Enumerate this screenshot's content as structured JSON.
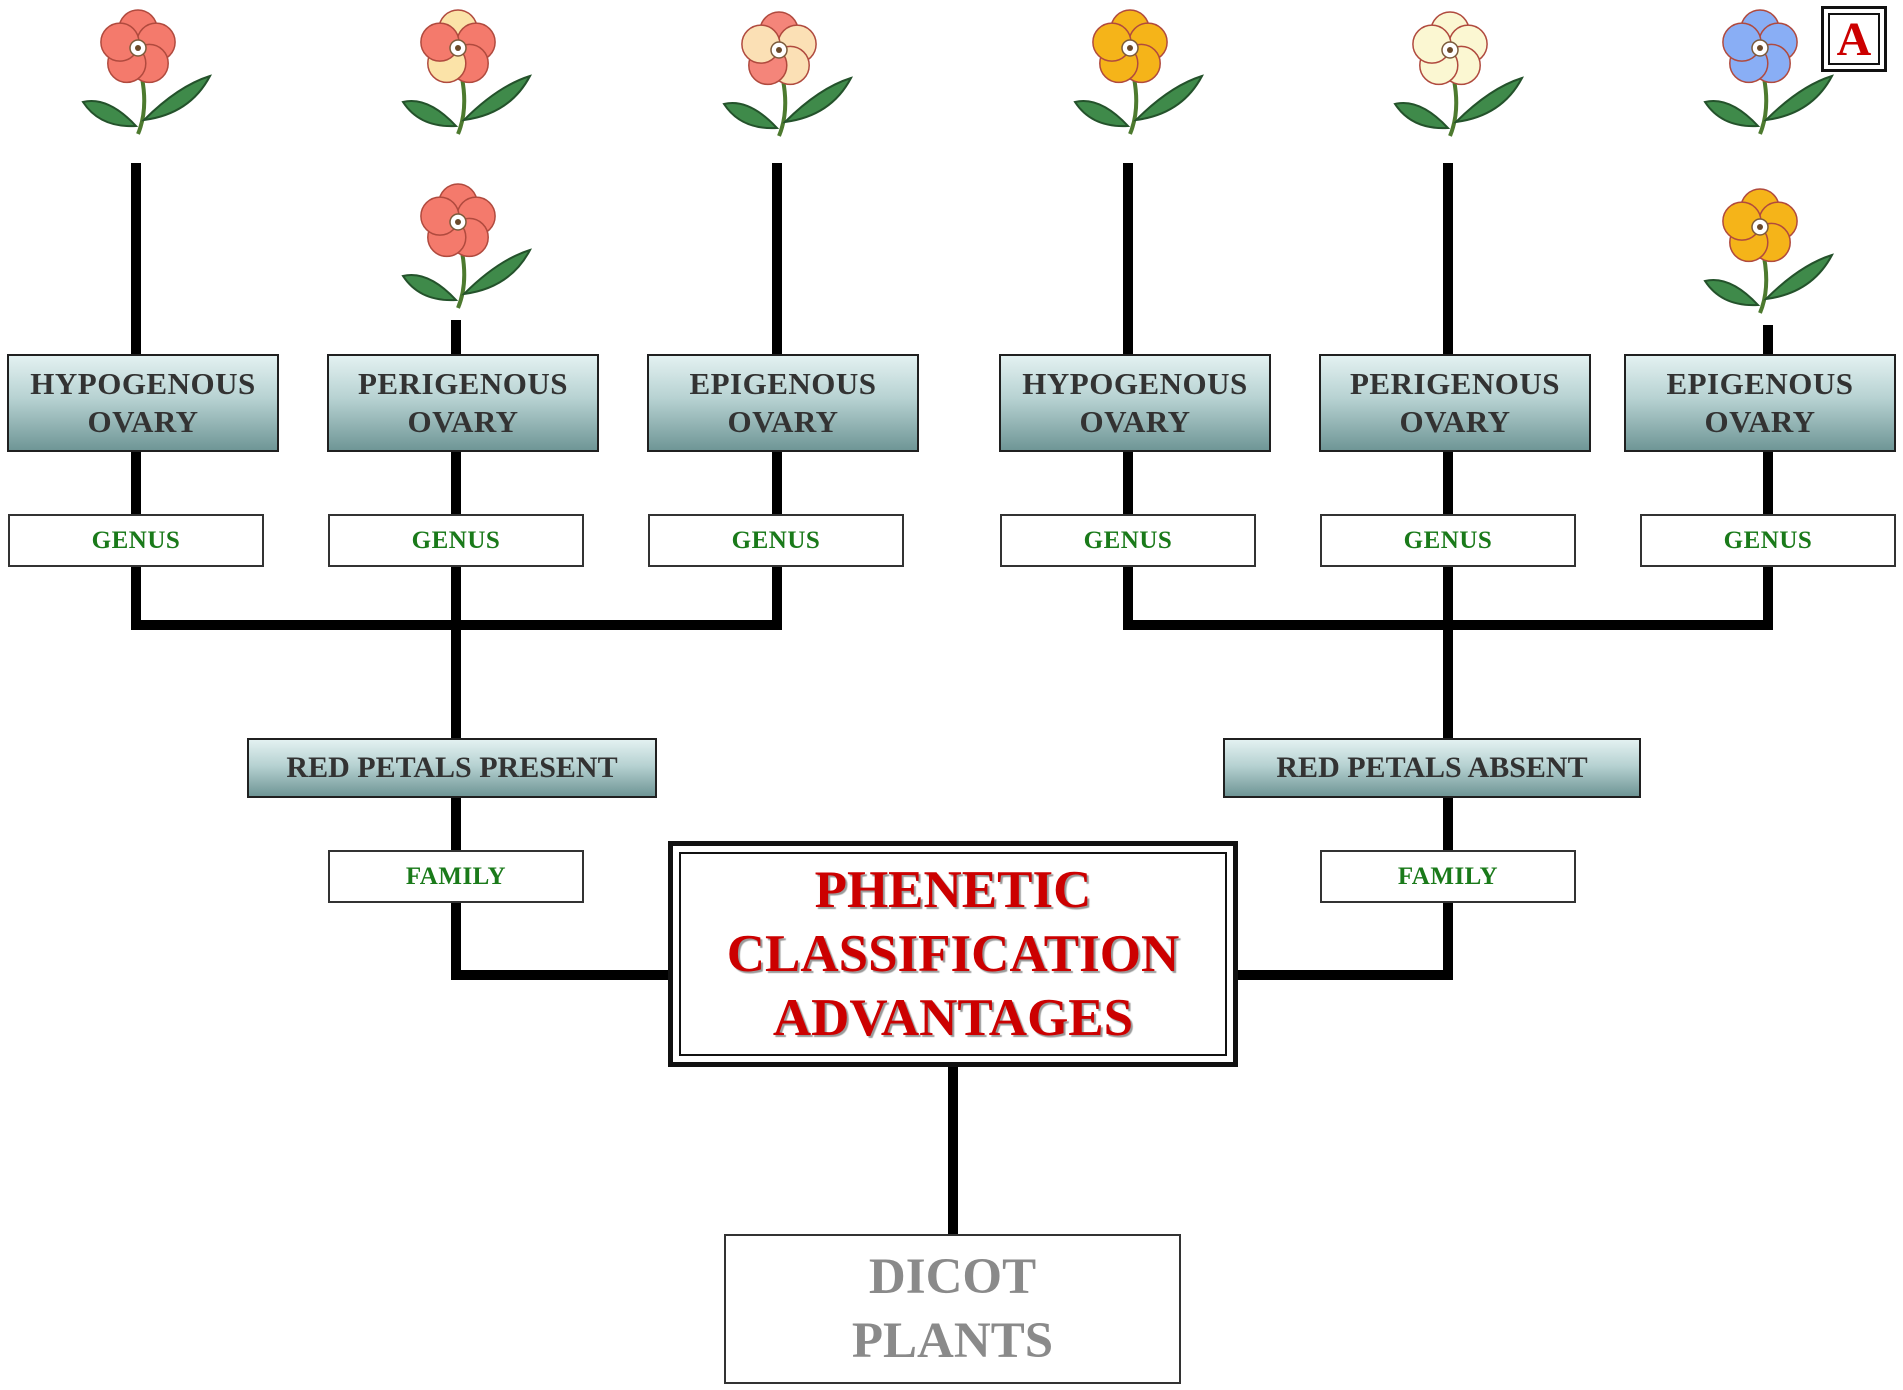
{
  "title": {
    "lines": [
      "PHENETIC",
      "CLASSIFICATION",
      "ADVANTAGES"
    ],
    "color": "#cc0000"
  },
  "root": {
    "lines": [
      "DICOT",
      "PLANTS"
    ],
    "color": "#8a8a8a"
  },
  "badge": {
    "label": "A"
  },
  "families": [
    {
      "trait": "RED PETALS PRESENT",
      "rank": "FAMILY"
    },
    {
      "trait": "RED PETALS ABSENT",
      "rank": "FAMILY"
    }
  ],
  "genera": [
    {
      "ovary": [
        "HYPOGENOUS",
        "OVARY"
      ],
      "rank": "GENUS",
      "flowers": [
        {
          "petal_color": "#f47a6c"
        }
      ]
    },
    {
      "ovary": [
        "PERIGENOUS",
        "OVARY"
      ],
      "rank": "GENUS",
      "flowers": [
        {
          "petal_color": "#f47a6c",
          "accent_color": "#fbe3a8"
        },
        {
          "petal_color": "#f47a6c"
        }
      ]
    },
    {
      "ovary": [
        "EPIGENOUS",
        "OVARY"
      ],
      "rank": "GENUS",
      "flowers": [
        {
          "petal_color": "#fbe0b5",
          "accent_color": "#f4857a"
        }
      ]
    },
    {
      "ovary": [
        "HYPOGENOUS",
        "OVARY"
      ],
      "rank": "GENUS",
      "flowers": [
        {
          "petal_color": "#f5b419"
        }
      ]
    },
    {
      "ovary": [
        "PERIGENOUS",
        "OVARY"
      ],
      "rank": "GENUS",
      "flowers": [
        {
          "petal_color": "#fbf7d2"
        }
      ]
    },
    {
      "ovary": [
        "EPIGENOUS",
        "OVARY"
      ],
      "rank": "GENUS",
      "flowers": [
        {
          "petal_color": "#89aef5"
        },
        {
          "petal_color": "#f5b419"
        }
      ]
    }
  ],
  "colors": {
    "rank_text": "#1a7a1a",
    "connector": "#000000",
    "leaf": "#3f8a4a",
    "stem": "#4d7a2f"
  }
}
